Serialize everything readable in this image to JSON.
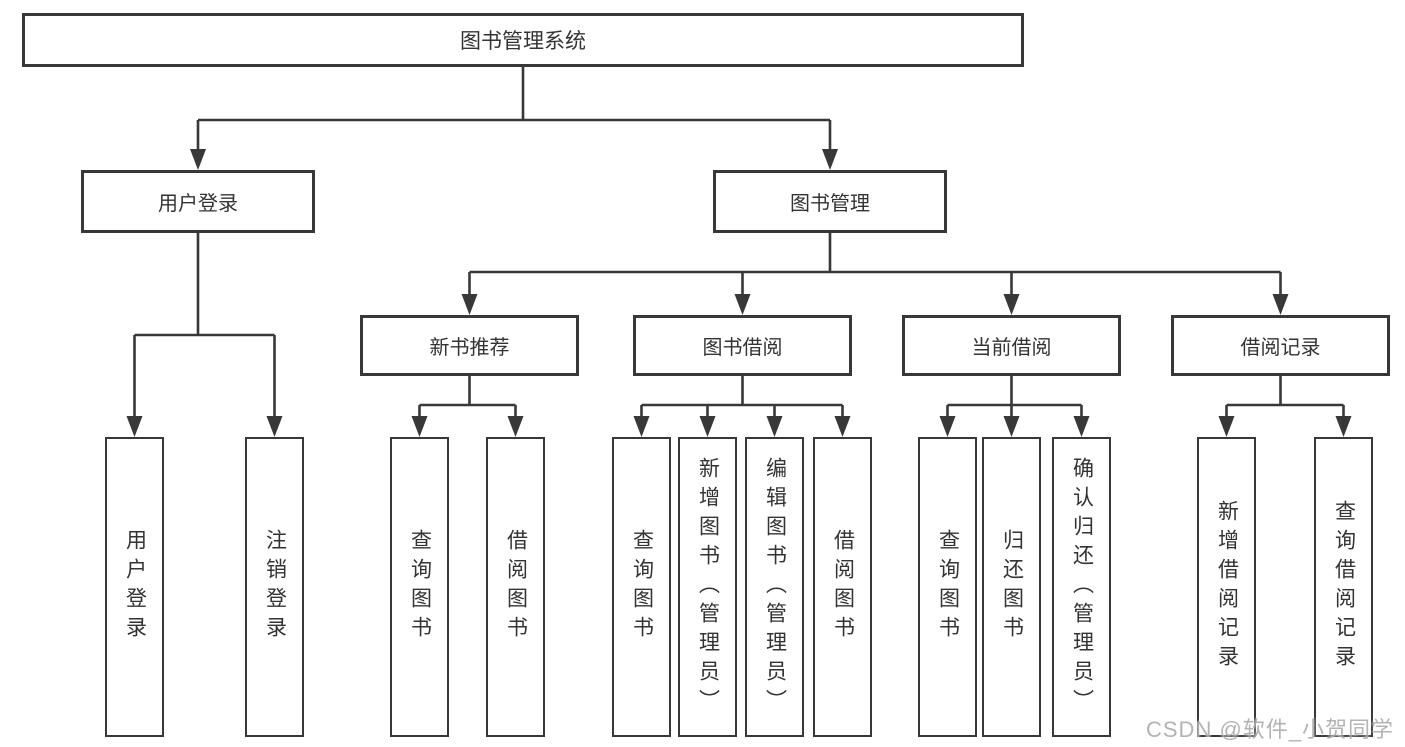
{
  "diagram": {
    "root": {
      "label": "图书管理系统"
    },
    "userLogin": {
      "label": "用户登录",
      "children": [
        {
          "label": "用户登录"
        },
        {
          "label": "注销登录"
        }
      ]
    },
    "bookManagement": {
      "label": "图书管理",
      "children": [
        {
          "label": "新书推荐",
          "children": [
            {
              "label": "查询图书"
            },
            {
              "label": "借阅图书"
            }
          ]
        },
        {
          "label": "图书借阅",
          "children": [
            {
              "label": "查询图书"
            },
            {
              "label": "新增图书（管理员）"
            },
            {
              "label": "编辑图书（管理员）"
            },
            {
              "label": "借阅图书"
            }
          ]
        },
        {
          "label": "当前借阅",
          "children": [
            {
              "label": "查询图书"
            },
            {
              "label": "归还图书"
            },
            {
              "label": "确认归还（管理员）"
            }
          ]
        },
        {
          "label": "借阅记录",
          "children": [
            {
              "label": "新增借阅记录"
            },
            {
              "label": "查询借阅记录"
            }
          ]
        }
      ]
    },
    "watermark": "CSDN @软件_小贺同学",
    "line_color": "#383838"
  }
}
